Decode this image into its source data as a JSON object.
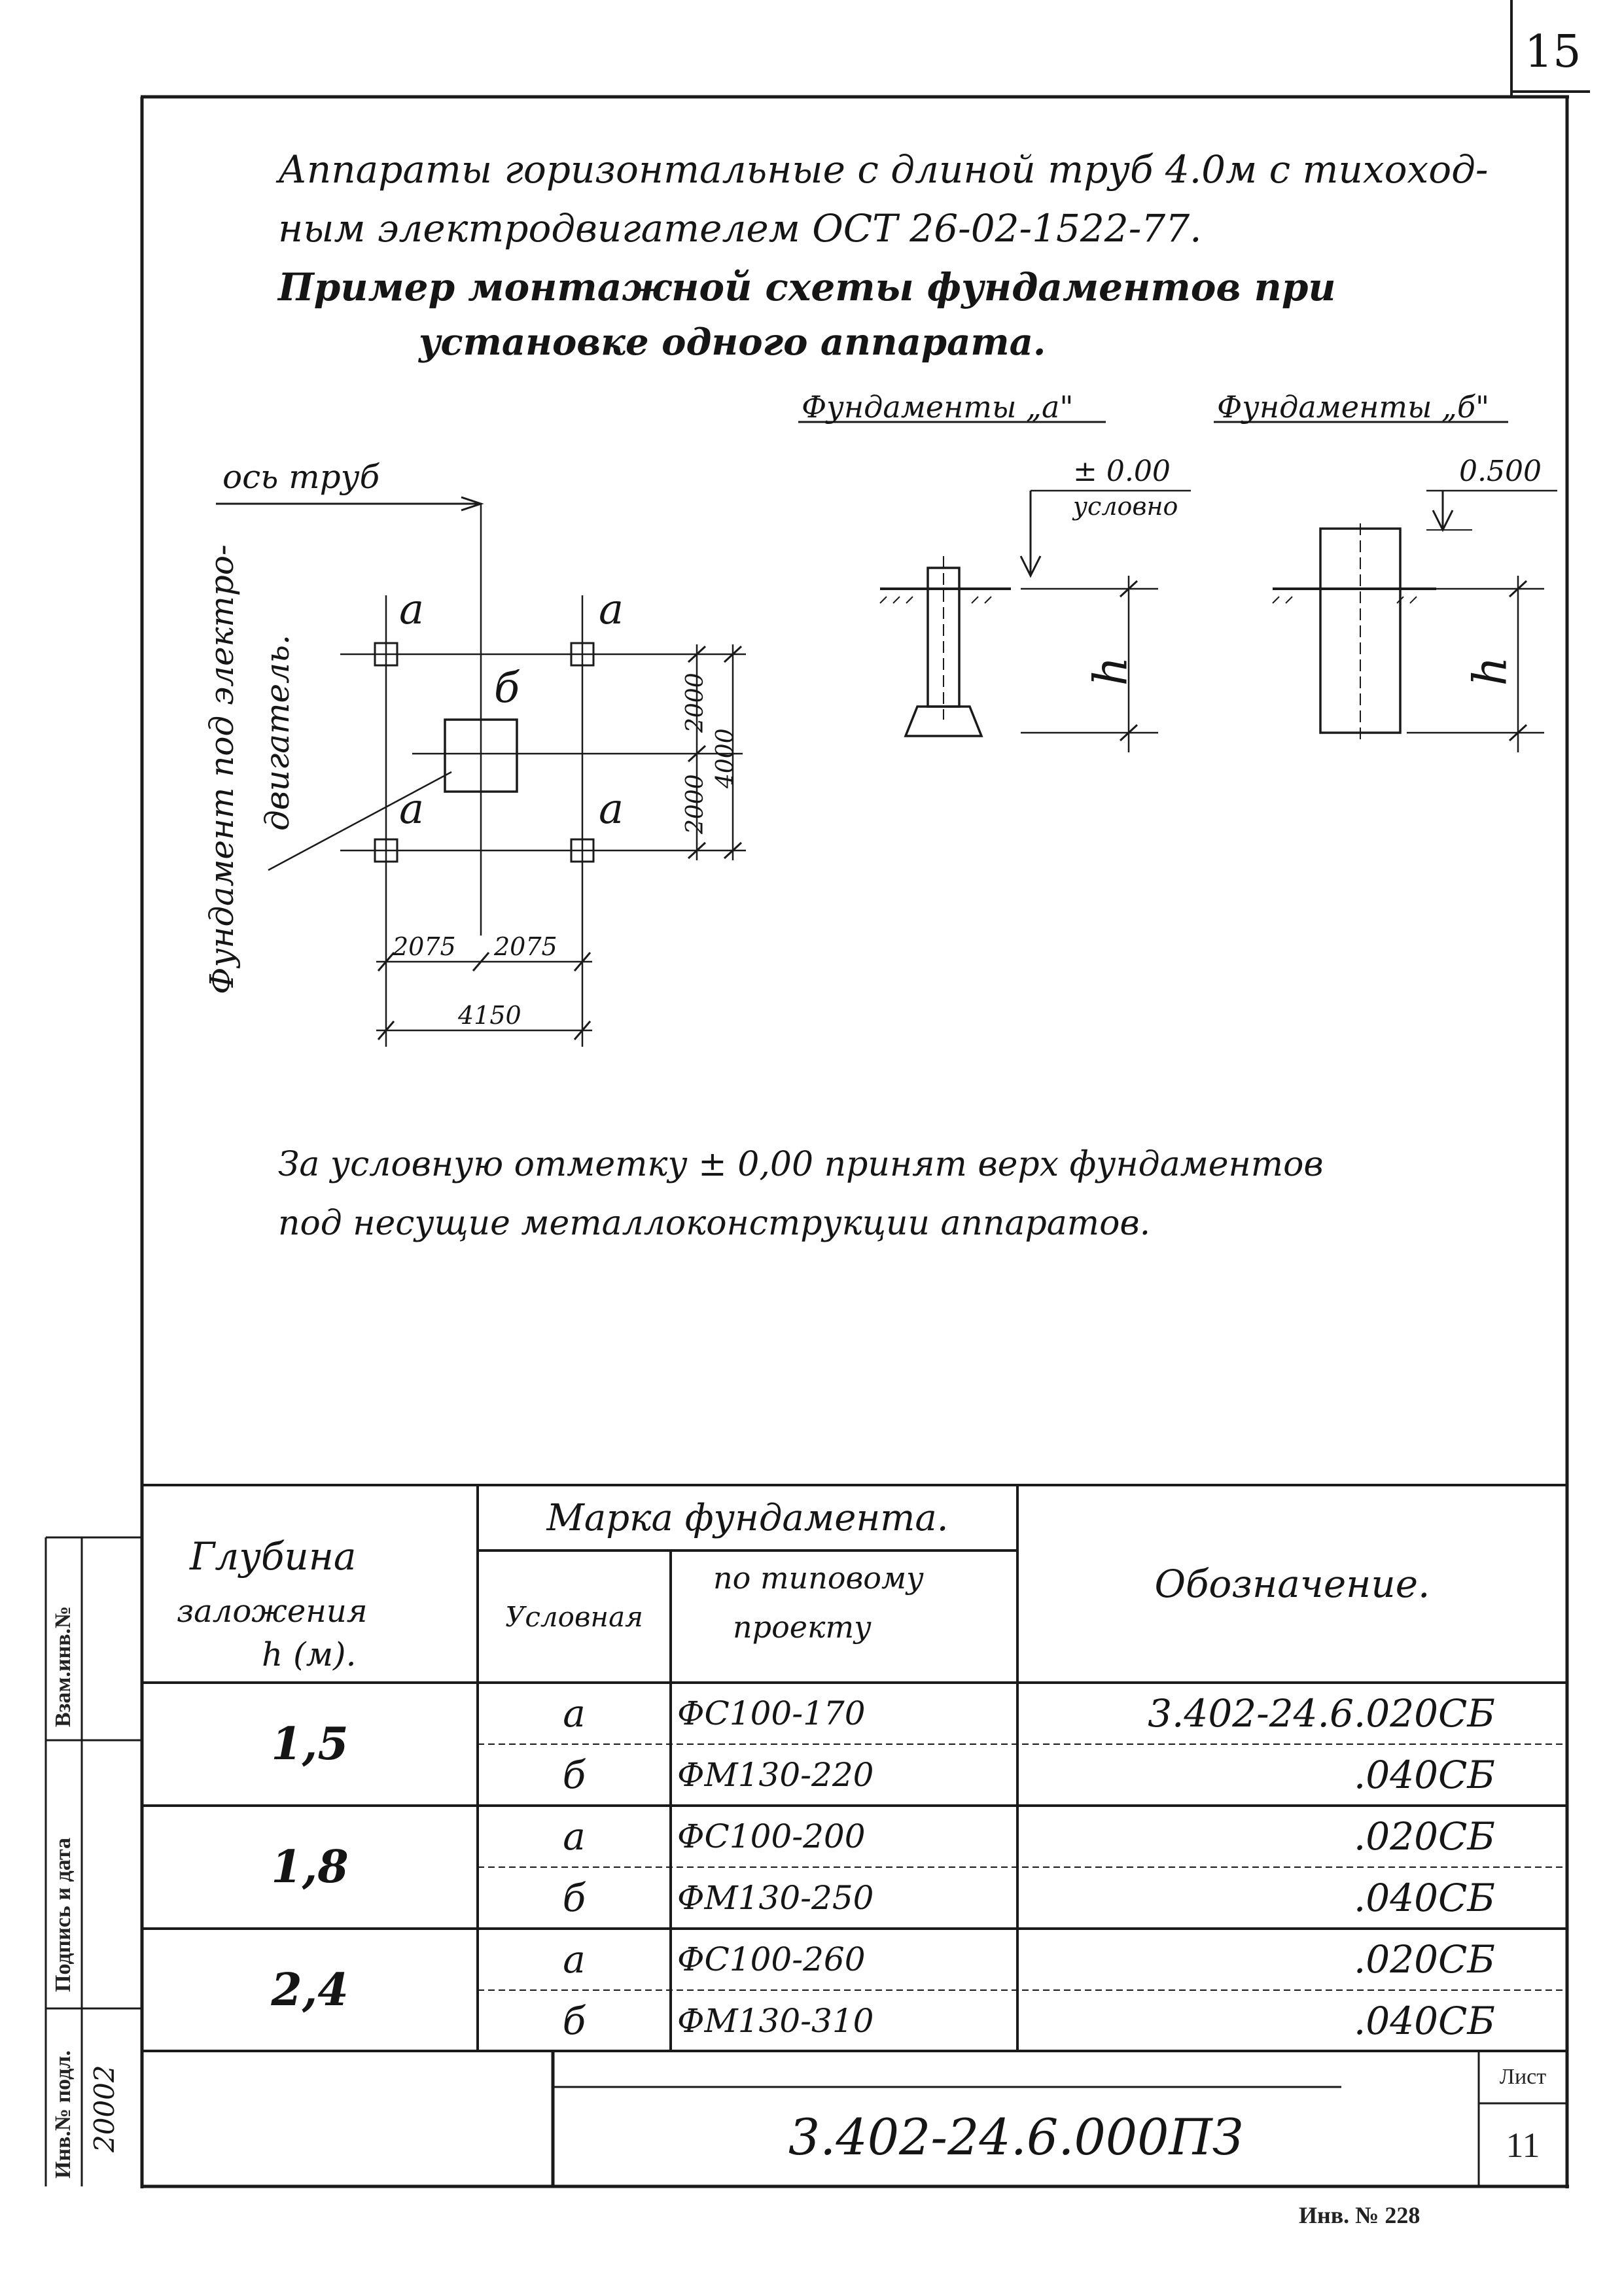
{
  "sheet_corner_number": "15",
  "title": {
    "line1": "Аппараты горизонтальные с длиной труб 4.0м с тихоход-",
    "line2": "ным электродвигателем ОСТ 26-02-1522-77.",
    "line3": "Пример монтажной схеты фундаментов при",
    "line4": "установке одного аппарата."
  },
  "plan": {
    "axis_label": "ось труб",
    "motor_label_1": "Фундамент под электро-",
    "motor_label_2": "двигатель.",
    "mark_a": "а",
    "mark_b": "б",
    "dim_2000_top": "2000",
    "dim_2000_bottom": "2000",
    "dim_4000": "4000",
    "dim_2075_left": "2075",
    "dim_2075_right": "2075",
    "dim_4150": "4150"
  },
  "sections": {
    "a_title": "Фундаменты „а\"",
    "a_level": "± 0.00",
    "a_level_note": "условно",
    "b_title": "Фундаменты „б\"",
    "b_level": "0.500",
    "h_label": "h"
  },
  "note": {
    "line1": "За условную отметку ± 0,00 принят верх фундаментов",
    "line2": "под несущие металлоконструкции аппаратов."
  },
  "table": {
    "col_depth_1": "Глубина",
    "col_depth_2": "заложения",
    "col_depth_3": "h (м).",
    "col_mark": "Марка фундамента.",
    "col_cond": "Условная",
    "col_typ_1": "по типовому",
    "col_typ_2": "проекту",
    "col_desig": "Обозначение.",
    "rows": [
      {
        "depth": "1,5",
        "cond_a": "а",
        "typ_a": "ФС100-170",
        "des_a": "3.402-24.6.020СБ",
        "cond_b": "б",
        "typ_b": "ФМ130-220",
        "des_b": ".040СБ"
      },
      {
        "depth": "1,8",
        "cond_a": "а",
        "typ_a": "ФС100-200",
        "des_a": ".020СБ",
        "cond_b": "б",
        "typ_b": "ФМ130-250",
        "des_b": ".040СБ"
      },
      {
        "depth": "2,4",
        "cond_a": "а",
        "typ_a": "ФС100-260",
        "des_a": ".020СБ",
        "cond_b": "б",
        "typ_b": "ФМ130-310",
        "des_b": ".040СБ"
      }
    ]
  },
  "sidebar": {
    "inv_orig": "Инв.№ подл.",
    "inv_orig_value": "20002",
    "sign_date": "Подпись и дата",
    "vzam": "Взам.инв.№"
  },
  "title_block": {
    "code": "3.402-24.6.000ПЗ",
    "sheet_label": "Лист",
    "sheet_value": "11"
  },
  "footer_inv": "Инв. № 228"
}
